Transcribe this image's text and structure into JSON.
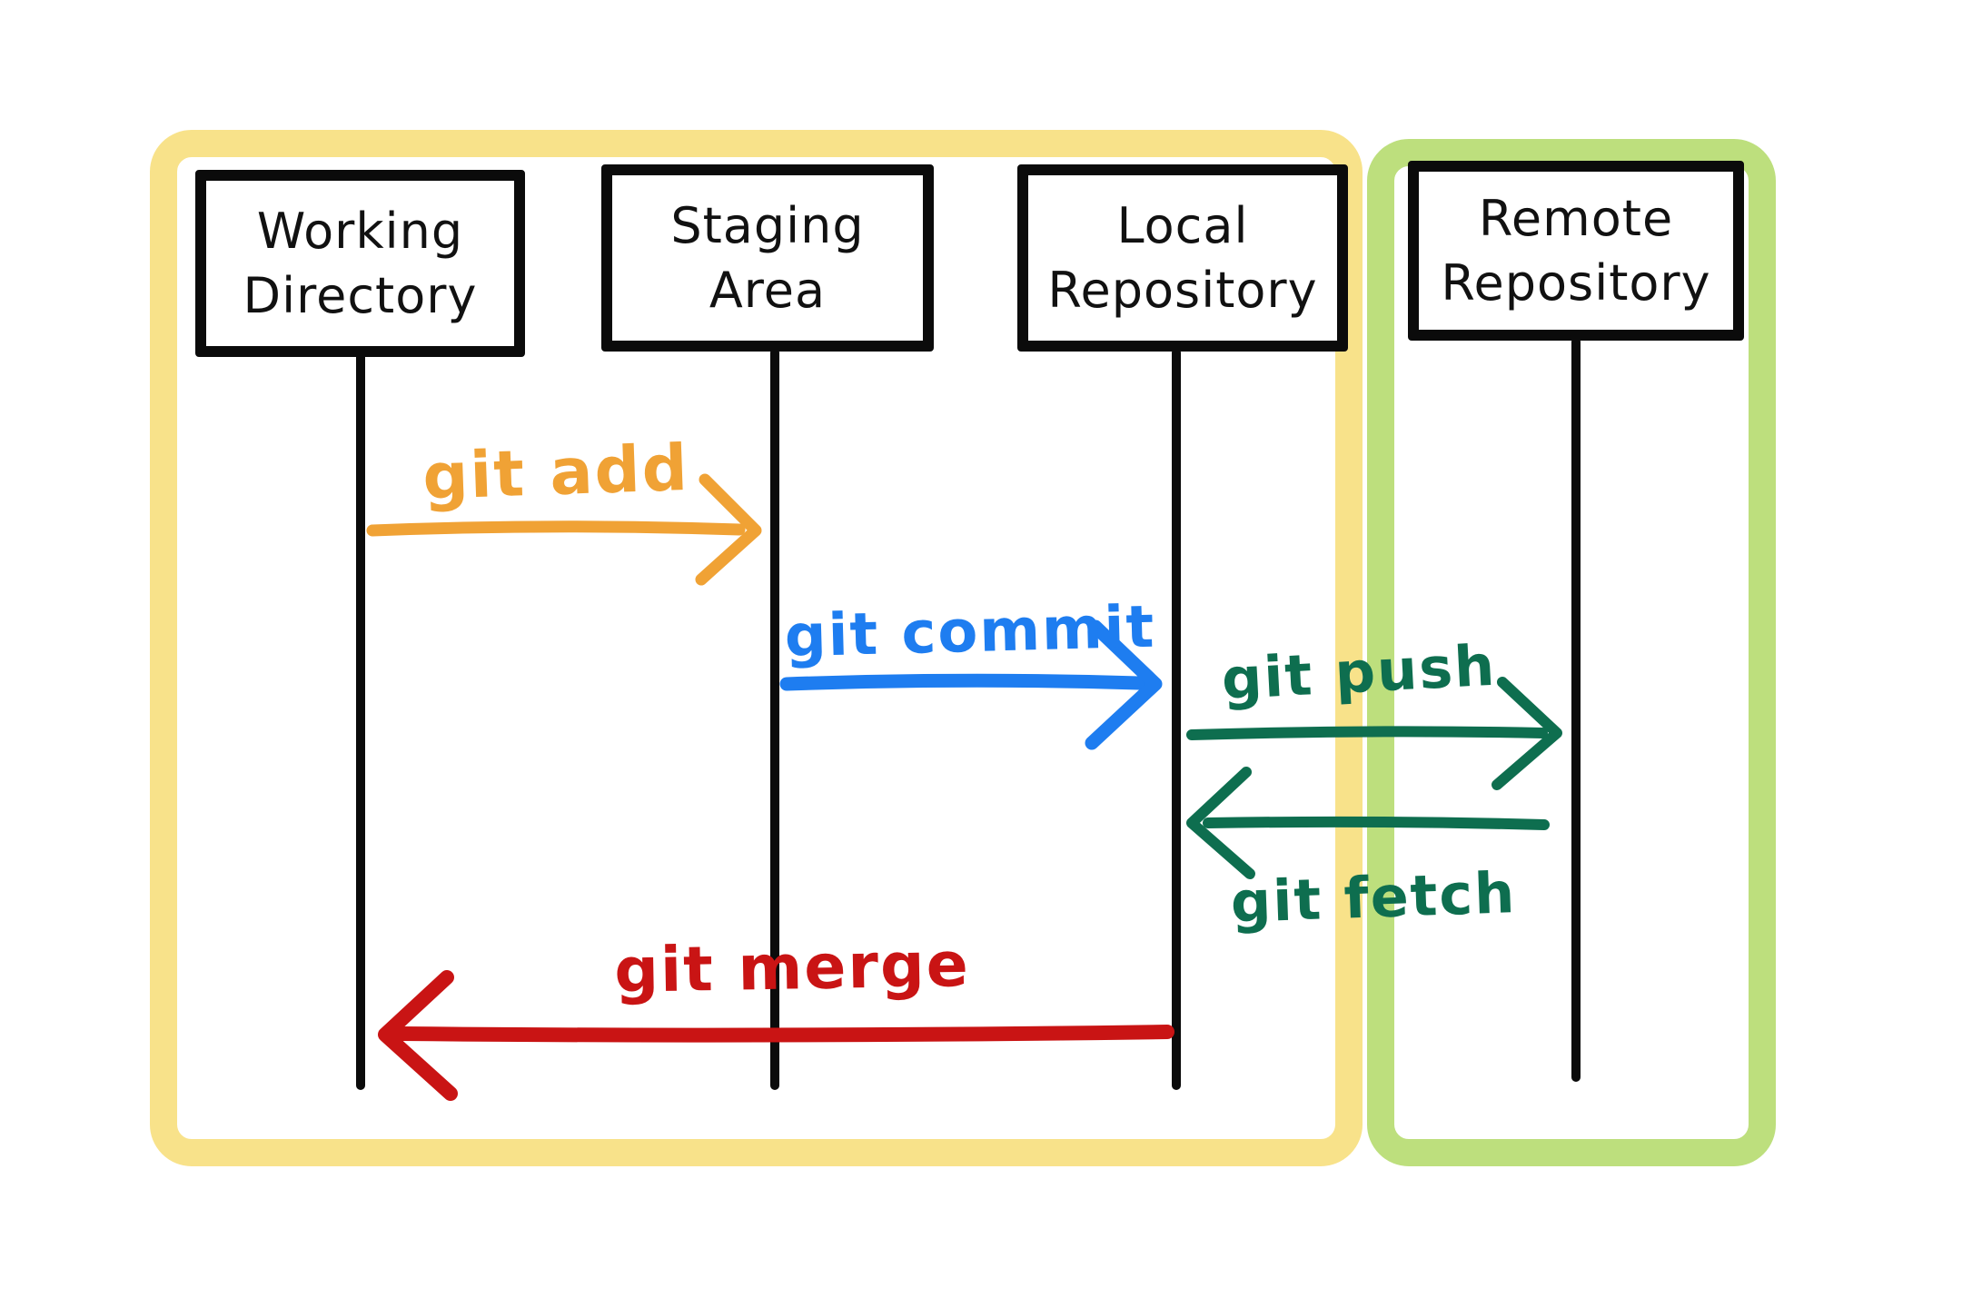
{
  "diagram": {
    "kind": "git workflow sequence diagram",
    "background": "#ffffff"
  },
  "zones": {
    "local": {
      "name": "local environment zone",
      "color": "#F8E28A"
    },
    "remote": {
      "name": "remote environment zone",
      "color": "#BDDF7D"
    }
  },
  "nodes": [
    {
      "id": "working-directory",
      "label": "Working\nDirectory"
    },
    {
      "id": "staging-area",
      "label": "Staging\nArea"
    },
    {
      "id": "local-repository",
      "label": "Local\nRepository"
    },
    {
      "id": "remote-repository",
      "label": "Remote\nRepository"
    }
  ],
  "arrows": [
    {
      "id": "git-add",
      "label": "git add",
      "color": "#F0A235",
      "from": "working-directory",
      "to": "staging-area",
      "direction": "right"
    },
    {
      "id": "git-commit",
      "label": "git commit",
      "color": "#1E7DF0",
      "from": "staging-area",
      "to": "local-repository",
      "direction": "right"
    },
    {
      "id": "git-push",
      "label": "git push",
      "color": "#0E6E4F",
      "from": "local-repository",
      "to": "remote-repository",
      "direction": "right"
    },
    {
      "id": "git-fetch",
      "label": "git fetch",
      "color": "#0E6E4F",
      "from": "remote-repository",
      "to": "local-repository",
      "direction": "left"
    },
    {
      "id": "git-merge",
      "label": "git merge",
      "color": "#C91414",
      "from": "local-repository",
      "to": "working-directory",
      "direction": "left"
    }
  ]
}
